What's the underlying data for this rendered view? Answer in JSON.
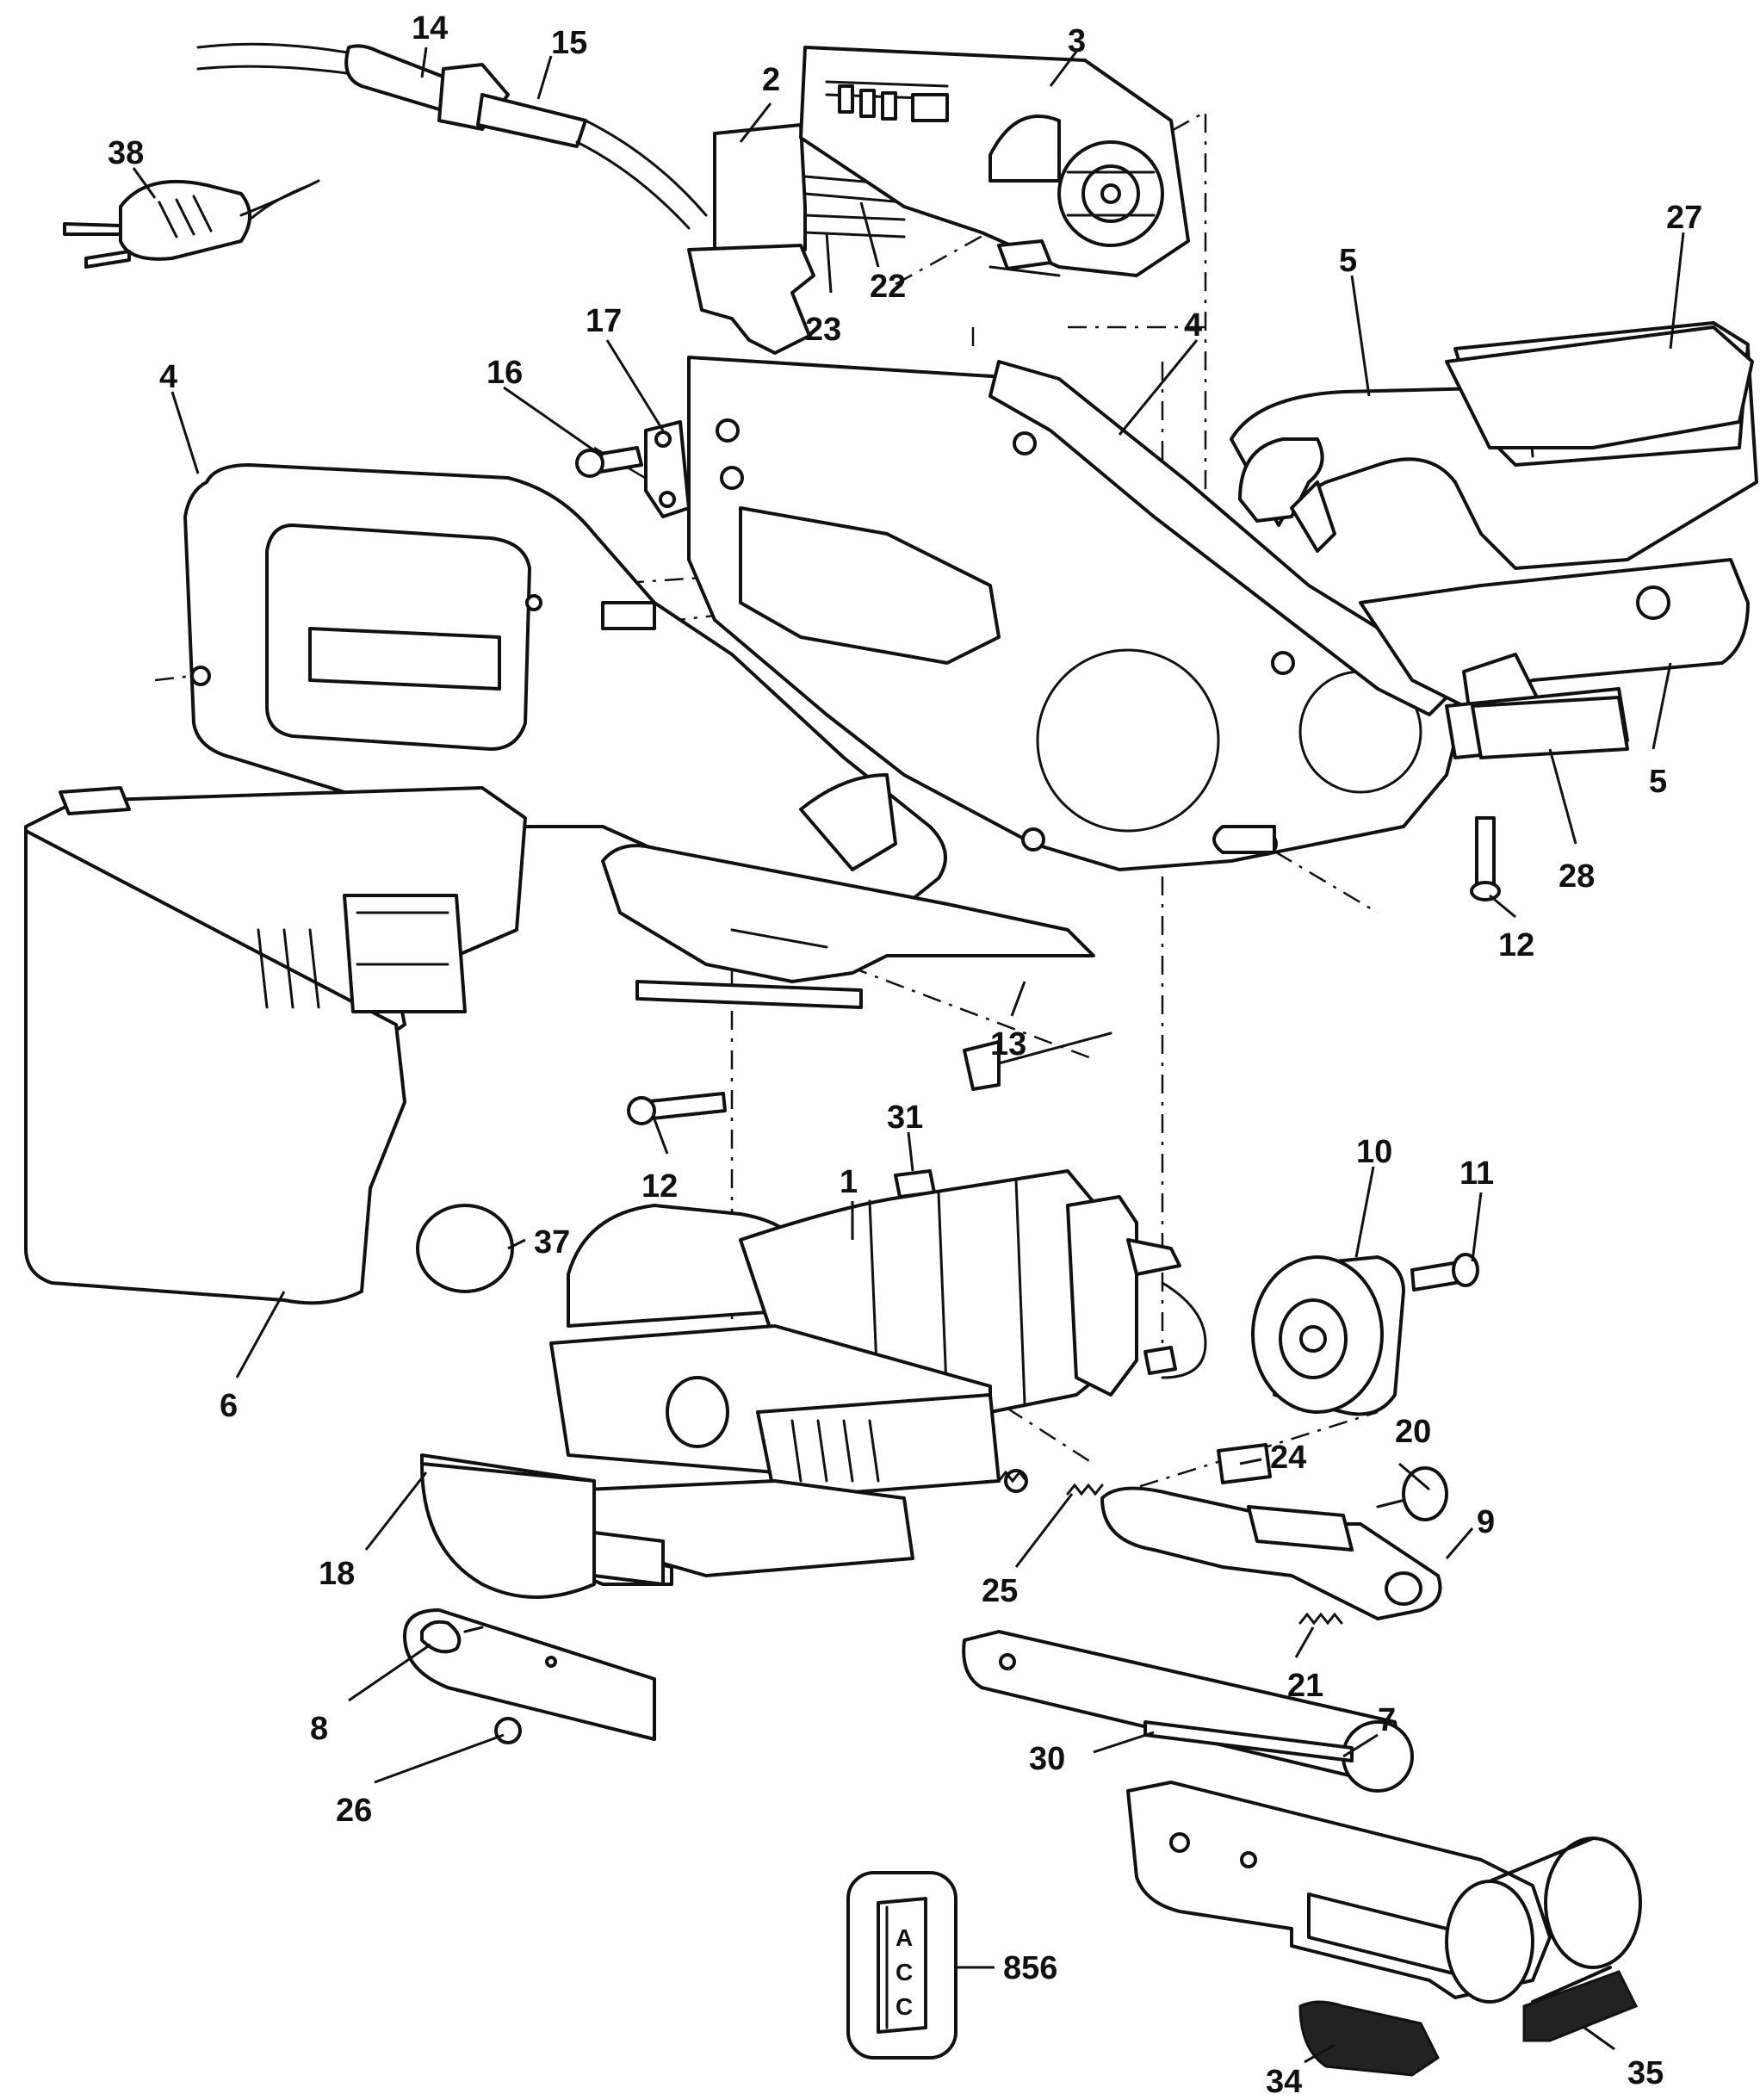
{
  "callouts": {
    "c1": "1",
    "c2": "2",
    "c3": "3",
    "c4a": "4",
    "c4b": "4",
    "c5a": "5",
    "c5b": "5",
    "c6": "6",
    "c7": "7",
    "c8": "8",
    "c9": "9",
    "c10": "10",
    "c11": "11",
    "c12a": "12",
    "c12b": "12",
    "c13": "13",
    "c14": "14",
    "c15": "15",
    "c16": "16",
    "c17": "17",
    "c18": "18",
    "c20": "20",
    "c21": "21",
    "c22": "22",
    "c23": "23",
    "c24": "24",
    "c25": "25",
    "c26": "26",
    "c27": "27",
    "c28": "28",
    "c30": "30",
    "c31": "31",
    "c34": "34",
    "c35": "35",
    "c37": "37",
    "c38": "38",
    "c856": "856"
  },
  "acc_label": [
    "A",
    "C",
    "C"
  ]
}
